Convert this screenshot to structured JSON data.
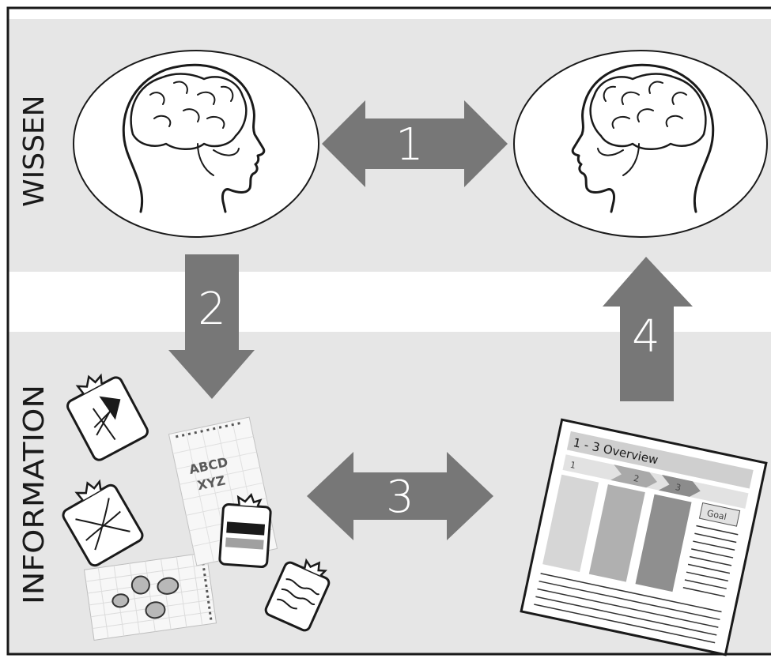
{
  "bands": {
    "wissen_label": "WISSEN",
    "information_label": "INFORMATION"
  },
  "arrows": {
    "a1": "1",
    "a2": "2",
    "a3": "3",
    "a4": "4"
  },
  "notepad": {
    "line1": "ABCD",
    "line2": "XYZ"
  },
  "overview_doc": {
    "title": "1 - 3 Overview",
    "step1": "1",
    "step2": "2",
    "step3": "3",
    "goal": "Goal"
  },
  "colors": {
    "band_gray": "#e6e6e6",
    "arrow_gray": "#777777",
    "frame": "#1a1a1a"
  }
}
